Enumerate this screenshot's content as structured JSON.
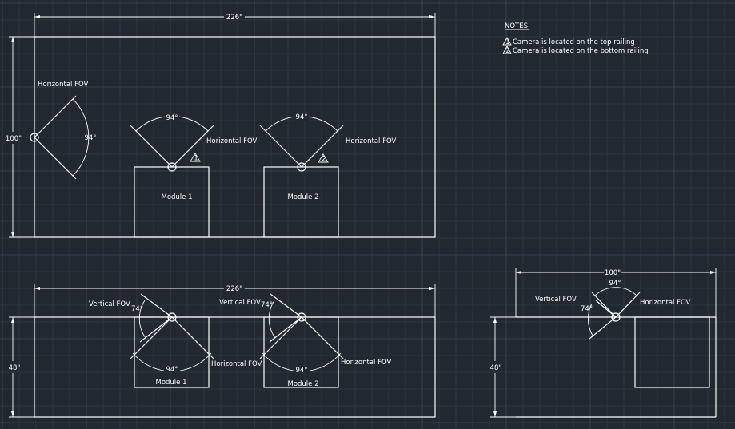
{
  "notes": {
    "title": "NOTES",
    "items": [
      {
        "marker": "1",
        "text": "Camera is located on the top railing"
      },
      {
        "marker": "2",
        "text": "Camera is located on the bottom railing"
      }
    ]
  },
  "top_view": {
    "width_dim": "226\"",
    "depth_dim": "100\"",
    "side_camera": {
      "label": "Horizontal FOV",
      "angle": "94°"
    },
    "modules": [
      {
        "name": "Module 1",
        "fov_label": "Horizontal FOV",
        "angle": "94°",
        "note_marker": "1"
      },
      {
        "name": "Module 2",
        "fov_label": "Horizontal FOV",
        "angle": "94°",
        "note_marker": "2"
      }
    ]
  },
  "front_view": {
    "width_dim": "226\"",
    "height_dim": "48\"",
    "modules": [
      {
        "name": "Module 1",
        "vertical_label": "Vertical FOV",
        "vertical_angle": "74°",
        "horizontal_label": "Horizontal FOV",
        "horizontal_angle": "94°"
      },
      {
        "name": "Module 2",
        "vertical_label": "Vertical FOV",
        "vertical_angle": "74°",
        "horizontal_label": "Horizontal FOV",
        "horizontal_angle": "94°"
      }
    ]
  },
  "side_view": {
    "width_dim": "100\"",
    "height_dim": "48\"",
    "vertical_label": "Vertical FOV",
    "vertical_angle": "74°",
    "horizontal_label": "Horizontal FOV",
    "horizontal_angle": "94°"
  }
}
